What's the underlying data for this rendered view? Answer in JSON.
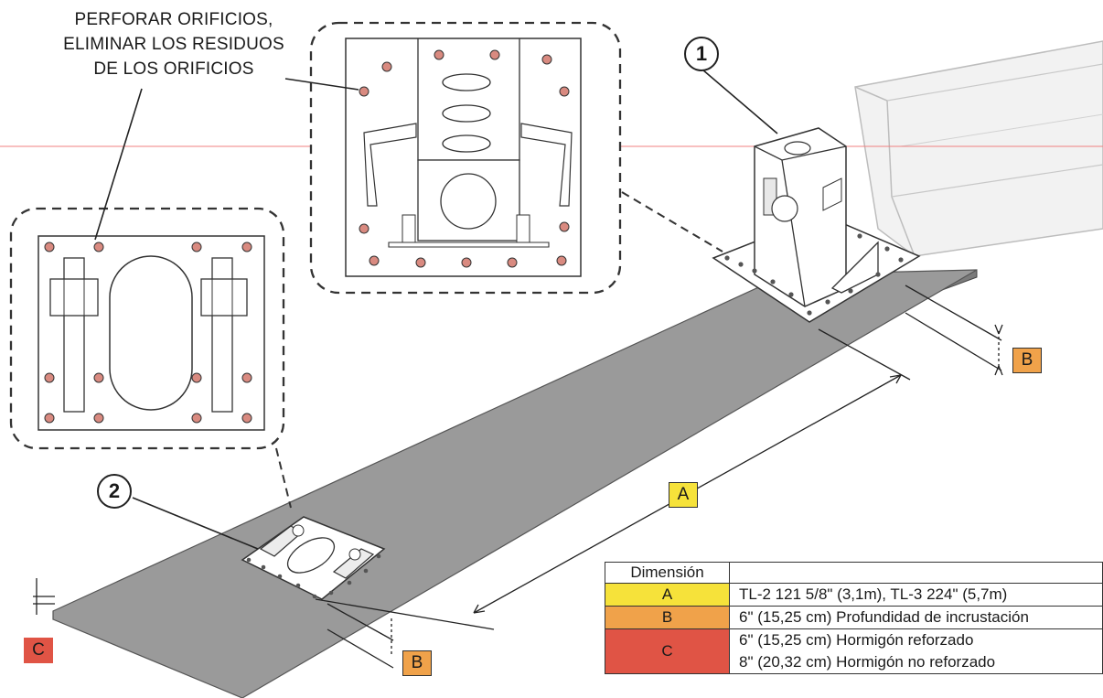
{
  "callout": {
    "line1": "PERFORAR ORIFICIOS,",
    "line2": "ELIMINAR LOS RESIDUOS",
    "line3": "DE LOS ORIFICIOS"
  },
  "markers": {
    "one": "1",
    "two": "2"
  },
  "dim_labels": {
    "a": "A",
    "b_top": "B",
    "b_bottom": "B",
    "c": "C"
  },
  "table": {
    "header": "Dimensión",
    "rows": [
      {
        "key": "A",
        "color": "#f6e23a",
        "lines": [
          "TL-2 121 5/8\" (3,1m), TL-3 224\" (5,7m)"
        ]
      },
      {
        "key": "B",
        "color": "#f0a24a",
        "lines": [
          "6\" (15,25 cm) Profundidad de incrustación"
        ]
      },
      {
        "key": "C",
        "color": "#e05445",
        "lines": [
          "6\" (15,25 cm) Hormigón reforzado",
          "8\" (20,32 cm) Hormigón no reforzado"
        ]
      }
    ]
  },
  "colors": {
    "slab": "#9a9a9a",
    "hole": "#d98a80",
    "a_box": "#f6e23a",
    "b_box": "#f0a24a",
    "c_box": "#e05445"
  }
}
